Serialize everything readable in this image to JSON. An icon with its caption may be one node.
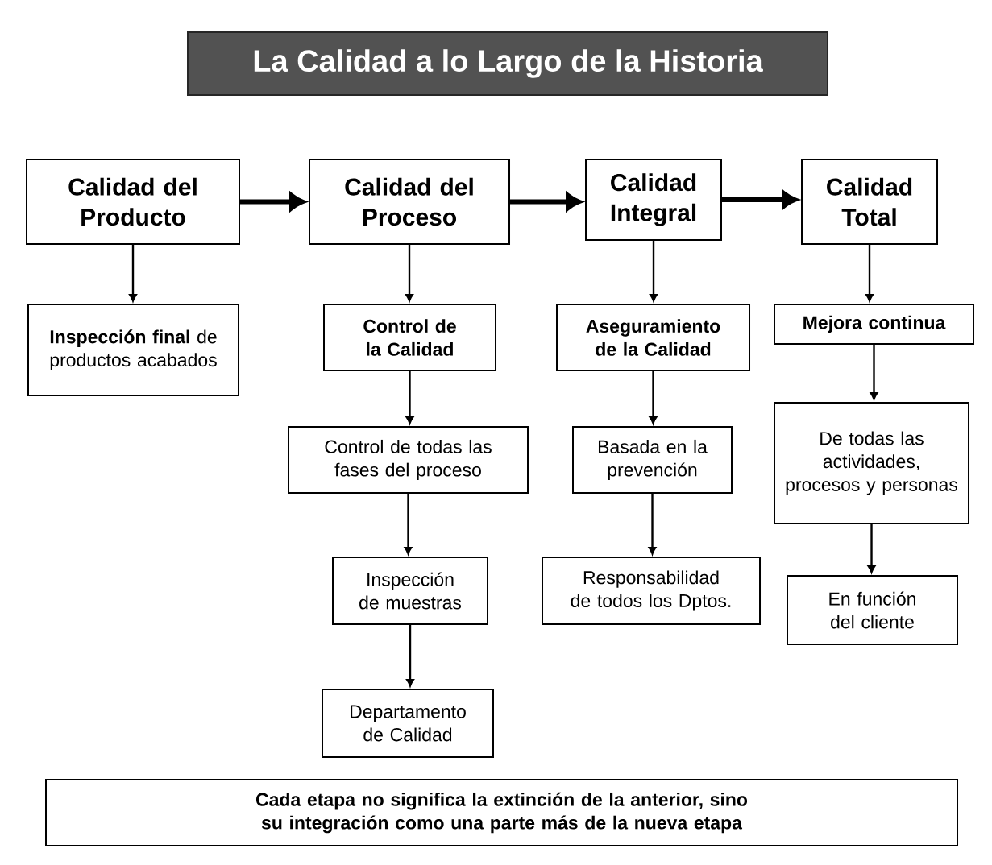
{
  "diagram": {
    "title": "La Calidad a lo Largo de la Historia",
    "nodes": [
      {
        "text": [
          "Calidad del Producto"
        ]
      },
      {
        "text": [
          "Calidad del Proceso"
        ]
      },
      {
        "text": [
          "Calidad Integral"
        ]
      },
      {
        "text": [
          "Calidad Total"
        ]
      },
      {
        "text": [
          "**Inspección final** de productos acabados"
        ]
      },
      {
        "text": [
          "Control de la Calidad"
        ]
      },
      {
        "text": [
          "Aseguramiento de la Calidad"
        ]
      },
      {
        "text": [
          "Mejora continua"
        ]
      },
      {
        "text": [
          "Control de todas las fases del proceso"
        ]
      },
      {
        "text": [
          "Basada en la prevención"
        ]
      },
      {
        "text": [
          "De todas las actividades, procesos y personas"
        ]
      },
      {
        "text": [
          "Inspección de muestras"
        ]
      },
      {
        "text": [
          "Responsabilidad de todos los Dptos."
        ]
      },
      {
        "text": [
          "En función del cliente"
        ]
      },
      {
        "text": [
          "Departamento de Calidad"
        ]
      },
      {
        "text": [
          "Cada etapa no significa la extinción de la anterior, sino su integración como una parte más de la nueva etapa"
        ]
      }
    ],
    "edges": [
      {
        "from": 0,
        "to": 1,
        "arrow": "to",
        "style": "thick"
      },
      {
        "from": 1,
        "to": 2,
        "arrow": "to",
        "style": "thick"
      },
      {
        "from": 2,
        "to": 3,
        "arrow": "to",
        "style": "thick"
      },
      {
        "from": 0,
        "to": 4,
        "arrow": "to"
      },
      {
        "from": 1,
        "to": 5,
        "arrow": "to"
      },
      {
        "from": 5,
        "to": 8,
        "arrow": "to"
      },
      {
        "from": 8,
        "to": 11,
        "arrow": "to"
      },
      {
        "from": 11,
        "to": 14,
        "arrow": "to"
      },
      {
        "from": 2,
        "to": 6,
        "arrow": "to"
      },
      {
        "from": 6,
        "to": 9,
        "arrow": "to"
      },
      {
        "from": 9,
        "to": 12,
        "arrow": "to"
      },
      {
        "from": 3,
        "to": 7,
        "arrow": "to"
      },
      {
        "from": 7,
        "to": 10,
        "arrow": "to"
      },
      {
        "from": 10,
        "to": 13,
        "arrow": "to"
      }
    ]
  }
}
